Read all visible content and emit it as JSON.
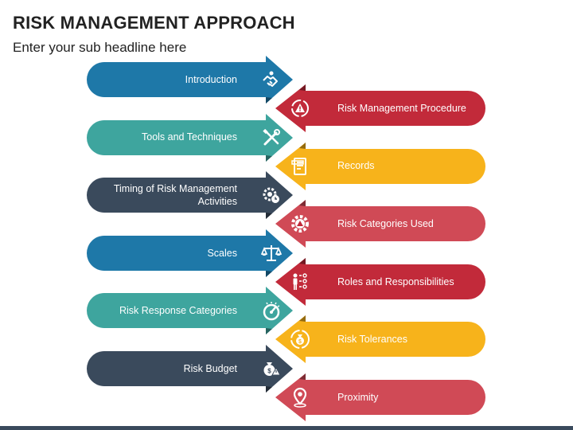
{
  "header": {
    "title": "RISK MANAGEMENT APPROACH",
    "subtitle": "Enter your sub headline here"
  },
  "colors": {
    "blue": "#1e78a8",
    "teal": "#3ea59e",
    "navy": "#3a4a5c",
    "crimson": "#c22a3a",
    "yellow": "#f7b31b",
    "rose": "#d04a56"
  },
  "items": [
    {
      "label": "Introduction",
      "icon": "handshake-icon"
    },
    {
      "label": "Risk Management Procedure",
      "icon": "warning-cycle-icon"
    },
    {
      "label": "Tools and Techniques",
      "icon": "tools-icon"
    },
    {
      "label": "Records",
      "icon": "document-stack-icon"
    },
    {
      "label": "Timing of Risk Management Activities",
      "icon": "gear-clock-icon"
    },
    {
      "label": "Risk Categories Used",
      "icon": "gear-warning-icon"
    },
    {
      "label": "Scales",
      "icon": "balance-scale-icon"
    },
    {
      "label": "Roles and Responsibilities",
      "icon": "person-checklist-icon"
    },
    {
      "label": "Risk Response Categories",
      "icon": "gauge-icon"
    },
    {
      "label": "Risk Tolerances",
      "icon": "money-bag-cycle-icon"
    },
    {
      "label": "Risk Budget",
      "icon": "money-bag-warning-icon"
    },
    {
      "label": "Proximity",
      "icon": "location-pin-icon"
    }
  ]
}
